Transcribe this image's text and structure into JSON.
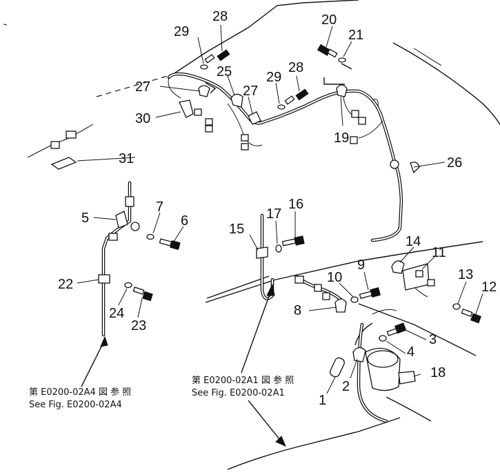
{
  "callouts": [
    {
      "id": "c1",
      "text": "1"
    },
    {
      "id": "c2",
      "text": "2"
    },
    {
      "id": "c3",
      "text": "3"
    },
    {
      "id": "c4",
      "text": "4"
    },
    {
      "id": "c5",
      "text": "5"
    },
    {
      "id": "c6",
      "text": "6"
    },
    {
      "id": "c7",
      "text": "7"
    },
    {
      "id": "c8",
      "text": "8"
    },
    {
      "id": "c9",
      "text": "9"
    },
    {
      "id": "c10",
      "text": "10"
    },
    {
      "id": "c11",
      "text": "11"
    },
    {
      "id": "c12",
      "text": "12"
    },
    {
      "id": "c13",
      "text": "13"
    },
    {
      "id": "c14",
      "text": "14"
    },
    {
      "id": "c15",
      "text": "15"
    },
    {
      "id": "c16",
      "text": "16"
    },
    {
      "id": "c17",
      "text": "17"
    },
    {
      "id": "c18",
      "text": "18"
    },
    {
      "id": "c19",
      "text": "19"
    },
    {
      "id": "c20",
      "text": "20"
    },
    {
      "id": "c21",
      "text": "21"
    },
    {
      "id": "c22",
      "text": "22"
    },
    {
      "id": "c23",
      "text": "23"
    },
    {
      "id": "c24",
      "text": "24"
    },
    {
      "id": "c25",
      "text": "25"
    },
    {
      "id": "c26",
      "text": "26"
    },
    {
      "id": "c27a",
      "text": "27"
    },
    {
      "id": "c27b",
      "text": "27"
    },
    {
      "id": "c28a",
      "text": "28"
    },
    {
      "id": "c28b",
      "text": "28"
    },
    {
      "id": "c29a",
      "text": "29"
    },
    {
      "id": "c29b",
      "text": "29"
    },
    {
      "id": "c30",
      "text": "30"
    },
    {
      "id": "c31",
      "text": "31"
    }
  ],
  "references": {
    "left_jp": "第 E0200-02A4 図 参 照",
    "left_en": "See Fig. E0200-02A4",
    "center_jp": "第 E0200-02A1 図 参 照",
    "center_en": "See Fig. E0200-02A1"
  }
}
